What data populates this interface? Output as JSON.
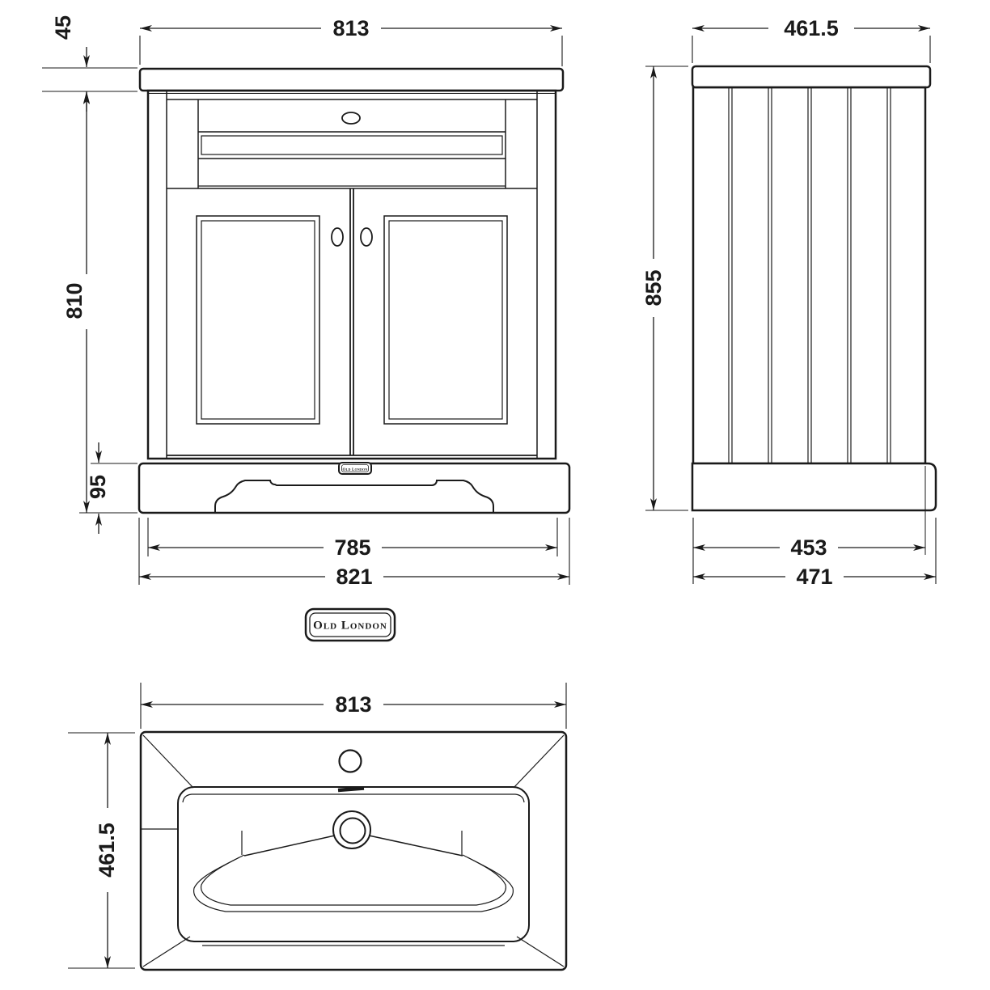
{
  "drawing": {
    "brand_logo": "Old London",
    "plinth_badge": "Old London",
    "front_view": {
      "width_top": "813",
      "countertop_height": "45",
      "body_height": "810",
      "plinth_height": "95",
      "feet_inner_width": "785",
      "overall_width": "821"
    },
    "side_view": {
      "depth_top": "461.5",
      "overall_height": "855",
      "feet_inner_depth": "453",
      "overall_depth": "471"
    },
    "basin_view": {
      "width": "813",
      "depth": "461.5"
    },
    "colors": {
      "line": "#1a1a1a",
      "background": "#ffffff"
    }
  }
}
